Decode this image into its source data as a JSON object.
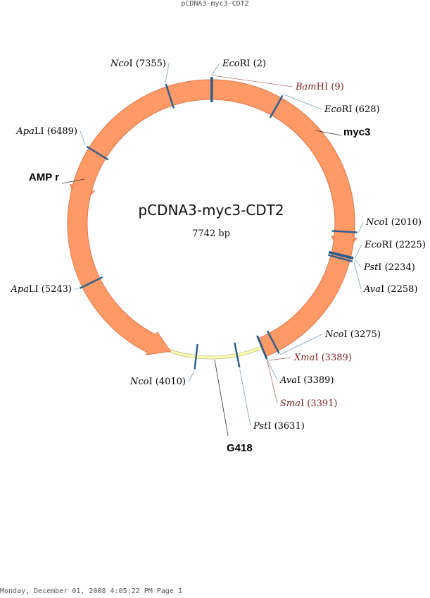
{
  "header": "pCDNA3-myc3-CDT2",
  "footer": "Monday, December 01, 2008 4:05:22 PM Page 1",
  "plasmid": {
    "name": "pCDNA3-myc3-CDT2",
    "size_label": "7742 bp",
    "length": 7742
  },
  "colors": {
    "backbone": "#ffffb0",
    "backbone_edge": "#c8c898",
    "feature_fill": "#ff9966",
    "feature_edge": "#e07850",
    "site_mark": "#2a5d8a",
    "leader": "#7aa0b8",
    "site_text": "#000000",
    "site_text_unique": "#7a1f1f"
  },
  "features": [
    {
      "name": "myc3",
      "start": 7742,
      "end": 2250,
      "direction": "cw",
      "label": "myc3"
    },
    {
      "name": "AMP r",
      "start": 6760,
      "end": 5950,
      "direction": "ccw",
      "label": "AMP r"
    },
    {
      "name": "G418",
      "start": 3390,
      "end": 4250,
      "direction": "ccw",
      "label": "G418"
    }
  ],
  "sites": [
    {
      "enzyme_italic": "Nco",
      "enzyme_rest": "I",
      "position": "7355",
      "pos": 7355,
      "color": "black"
    },
    {
      "enzyme_italic": "Eco",
      "enzyme_rest": "RI",
      "position": "2",
      "pos": 2,
      "color": "black"
    },
    {
      "enzyme_italic": "Bam",
      "enzyme_rest": "HI",
      "position": "9",
      "pos": 9,
      "color": "red"
    },
    {
      "enzyme_italic": "Eco",
      "enzyme_rest": "RI",
      "position": "628",
      "pos": 628,
      "color": "black"
    },
    {
      "enzyme_italic": "Apa",
      "enzyme_rest": "LI",
      "position": "6489",
      "pos": 6489,
      "color": "black"
    },
    {
      "enzyme_italic": "Nco",
      "enzyme_rest": "I",
      "position": "2010",
      "pos": 2010,
      "color": "black"
    },
    {
      "enzyme_italic": "Eco",
      "enzyme_rest": "RI",
      "position": "2225",
      "pos": 2225,
      "color": "black"
    },
    {
      "enzyme_italic": "Pst",
      "enzyme_rest": "I",
      "position": "2234",
      "pos": 2234,
      "color": "black"
    },
    {
      "enzyme_italic": "Ava",
      "enzyme_rest": "I",
      "position": "2258",
      "pos": 2258,
      "color": "black"
    },
    {
      "enzyme_italic": "Apa",
      "enzyme_rest": "LI",
      "position": "5243",
      "pos": 5243,
      "color": "black"
    },
    {
      "enzyme_italic": "Nco",
      "enzyme_rest": "I",
      "position": "3275",
      "pos": 3275,
      "color": "black"
    },
    {
      "enzyme_italic": "Xma",
      "enzyme_rest": "I",
      "position": "3389",
      "pos": 3389,
      "color": "red"
    },
    {
      "enzyme_italic": "Ava",
      "enzyme_rest": "I",
      "position": "3389",
      "pos": 3389,
      "color": "black"
    },
    {
      "enzyme_italic": "Sma",
      "enzyme_rest": "I",
      "position": "3391",
      "pos": 3391,
      "color": "red"
    },
    {
      "enzyme_italic": "Pst",
      "enzyme_rest": "I",
      "position": "3631",
      "pos": 3631,
      "color": "black"
    },
    {
      "enzyme_italic": "Nco",
      "enzyme_rest": "I",
      "position": "4010",
      "pos": 4010,
      "color": "black"
    }
  ]
}
